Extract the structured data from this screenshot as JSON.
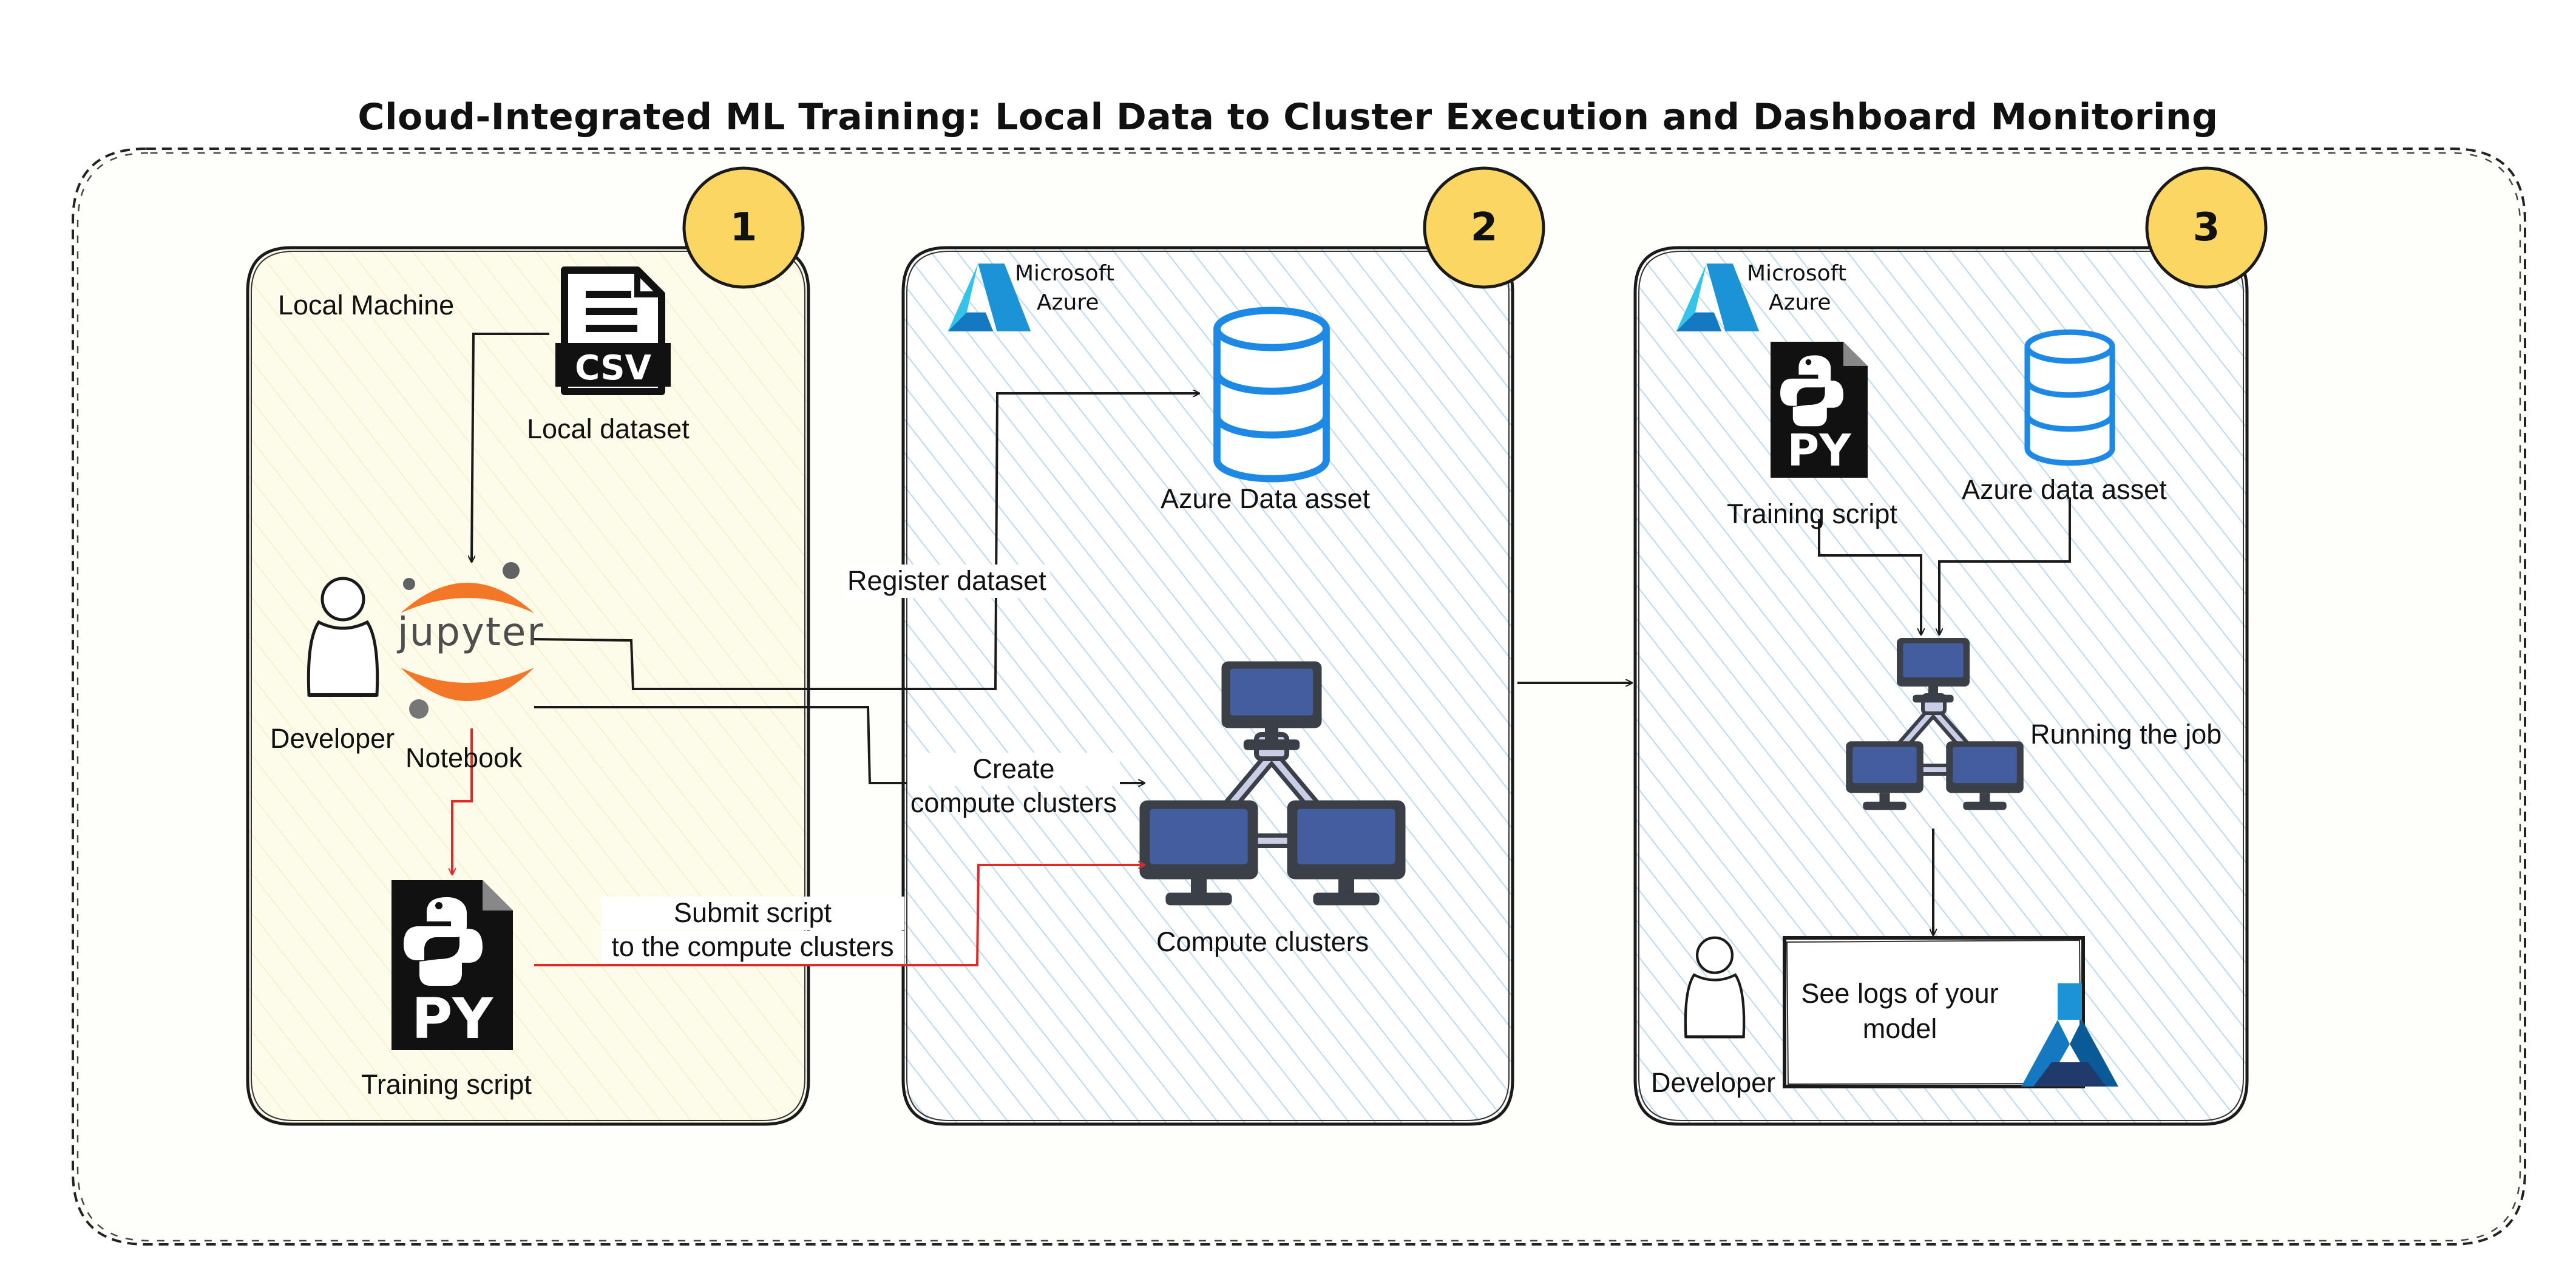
{
  "title": "Cloud-Integrated ML Training: Local Data to Cluster Execution and Dashboard Monitoring",
  "steps": [
    {
      "number": "1",
      "container": "Local Machine"
    },
    {
      "number": "2",
      "brand": {
        "line1": "Microsoft",
        "line2": "Azure"
      }
    },
    {
      "number": "3",
      "brand": {
        "line1": "Microsoft",
        "line2": "Azure"
      }
    }
  ],
  "panel1": {
    "csv_tag": "CSV",
    "local_dataset": "Local dataset",
    "jupyter_wordmark": "jupyter",
    "developer": "Developer",
    "notebook": "Notebook",
    "py_tag": "PY",
    "training_script": "Training script"
  },
  "panel2": {
    "data_asset": "Azure Data asset",
    "compute_clusters": "Compute clusters"
  },
  "edges": {
    "register": "Register dataset",
    "create_line1": "Create",
    "create_line2": "compute clusters",
    "submit_line1": "Submit script",
    "submit_line2": "to the compute clusters"
  },
  "panel3": {
    "py_tag": "PY",
    "training_script": "Training script",
    "data_asset": "Azure data asset",
    "running": "Running the job",
    "logs_line1": "See logs of your",
    "logs_line2": "model",
    "developer": "Developer"
  },
  "colors": {
    "step_badge": "#fcd663",
    "panel1_fill": "#fdfbe9",
    "azure_hatch": "#bcd8f3",
    "db_blue": "#1e88e5",
    "monitor": "#445d9e",
    "red_arrow": "#e02929",
    "dark": "#1a1a1a"
  }
}
